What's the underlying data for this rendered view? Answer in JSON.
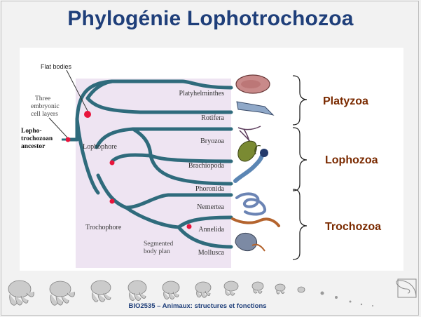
{
  "slide": {
    "title": "Phylogénie Lophotrochozoa",
    "footer": "BIO2535 – Animaux: structures et fonctions"
  },
  "diagram": {
    "flat_bodies": "Flat bodies",
    "three_layers": [
      "Three",
      "embryonic",
      "cell layers"
    ],
    "ancestor": [
      "Lopho-",
      "trochozoan",
      "ancestor"
    ],
    "lophophore": "Lophophore",
    "trochophore": "Trochophore",
    "segmented": [
      "Segmented",
      "body plan"
    ],
    "taxa": [
      "Platyhelminthes",
      "Rotifera",
      "Bryozoa",
      "Brachiopoda",
      "Phoronida",
      "Nemertea",
      "Annelida",
      "Mollusca"
    ],
    "groups": [
      "Platyzoa",
      "Lophozoa",
      "Trochozoa"
    ]
  },
  "colors": {
    "title": "#1f3f7a",
    "branch": "#2f6b7c",
    "node": "#e8143c",
    "shading": "#eee4f2",
    "group": "#7a2a00"
  }
}
